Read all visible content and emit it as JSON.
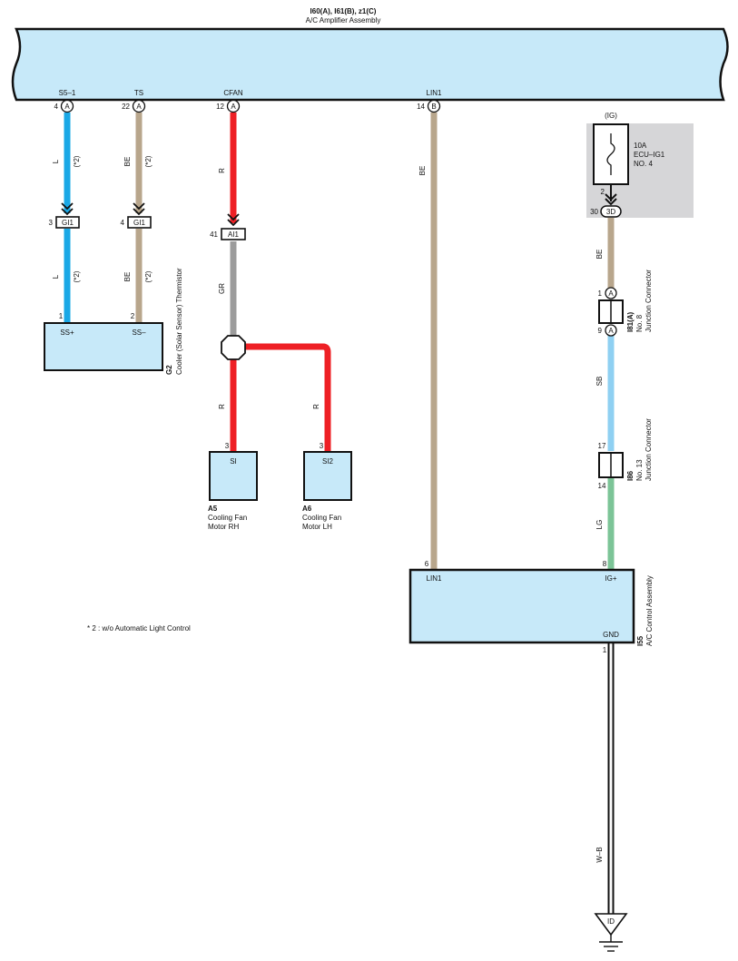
{
  "header": {
    "connectors": "I60(A), I61(B), z1(C)",
    "name": "A/C Amplifier Assembly"
  },
  "amp_terminals": [
    {
      "pin": "4",
      "conn": "A",
      "label": "S5–1"
    },
    {
      "pin": "22",
      "conn": "A",
      "label": "TS"
    },
    {
      "pin": "12",
      "conn": "A",
      "label": "CFAN"
    },
    {
      "pin": "14",
      "conn": "B",
      "label": "LIN1"
    }
  ],
  "wires": {
    "w1_top_color": "L",
    "w1_top_note": "(*2)",
    "w2_top_color": "BE",
    "w2_top_note": "(*2)",
    "w1_bot_color": "L",
    "w1_bot_note": "(*2)",
    "w2_bot_color": "BE",
    "w2_bot_note": "(*2)",
    "w3_top_color": "R",
    "w3_mid_color": "GR",
    "w3_rh_color": "R",
    "w3_lh_color": "R",
    "w4_color": "BE",
    "w5_top_color": "BE",
    "w5_mid_color": "SB",
    "w5_bot_color": "LG",
    "ground_color": "W–B"
  },
  "inline_connectors": {
    "gi1_a": {
      "pin": "3",
      "label": "GI1"
    },
    "gi1_b": {
      "pin": "4",
      "label": "GI1"
    },
    "ai1": {
      "pin": "41",
      "label": "AI1"
    }
  },
  "g2": {
    "pin1": "1",
    "pin2": "2",
    "label1": "SS+",
    "label2": "SS–",
    "code": "G2",
    "name": "Cooler (Solar Sensor) Thermistor"
  },
  "a5": {
    "pin": "3",
    "label": "SI",
    "code": "A5",
    "name1": "Cooling Fan",
    "name2": "Motor RH"
  },
  "a6": {
    "pin": "3",
    "label": "SI2",
    "code": "A6",
    "name1": "Cooling Fan",
    "name2": "Motor LH"
  },
  "fuse": {
    "supply": "(IG)",
    "rating": "10A",
    "name1": "ECU–IG1",
    "name2": "NO. 4",
    "out_pin": "2",
    "block_pin": "30",
    "block_conn": "3D"
  },
  "i81": {
    "pin_top": "1",
    "conn_top": "A",
    "pin_bot": "9",
    "conn_bot": "A",
    "code": "I81(A)",
    "name1": "No. 8",
    "name2": "Junction Connector"
  },
  "i86": {
    "pin_top": "17",
    "pin_bot": "14",
    "code": "I86",
    "name1": "No. 13",
    "name2": "Junction Connector"
  },
  "i55": {
    "pin_lin": "6",
    "pin_ig": "8",
    "pin_gnd": "1",
    "label_lin": "LIN1",
    "label_ig": "IG+",
    "label_gnd": "GND",
    "code": "I55",
    "name": "A/C Control Assembly"
  },
  "ground": {
    "label": "ID"
  },
  "footnote": "* 2 : w/o Automatic Light Control",
  "colors": {
    "blue_L": "#1aa8e6",
    "beige_BE": "#b8a68c",
    "red_R": "#ee2025",
    "gray_GR": "#9c9c9c",
    "skyblue_SB": "#8fd0f2",
    "green_LG": "#7cc497",
    "component_fill": "#c7e9f9",
    "fuse_box": "#d6d6d8"
  }
}
